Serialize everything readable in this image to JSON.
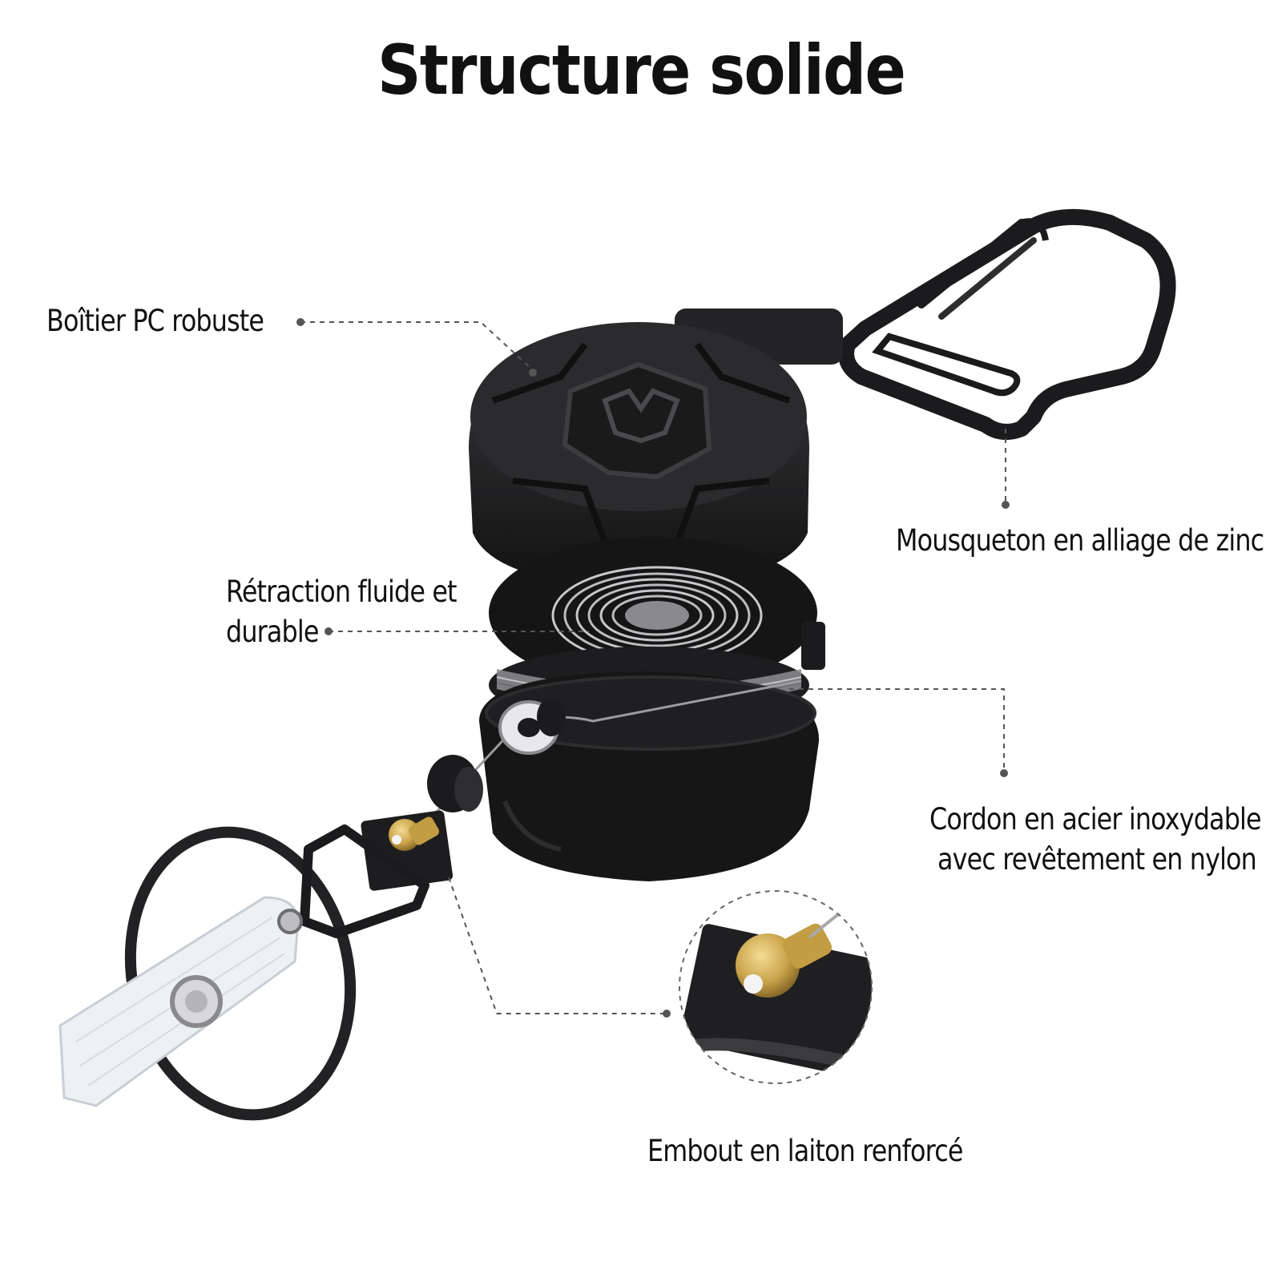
{
  "title": "Structure solide",
  "labels": {
    "pc_case": "Boîtier PC robuste",
    "carabiner": "Mousqueton en alliage de zinc",
    "retraction_line1": "Rétraction fluide et",
    "retraction_line2": "durable",
    "cord_line1": "Cordon en acier inoxydable",
    "cord_line2": "avec revêtement en nylon",
    "tip": "Embout en laiton renforcé"
  },
  "colors": {
    "product_black": "#1b1b1d",
    "brass": "#c9a34a",
    "steel": "#a9a9ad",
    "leader_line": "#555555"
  }
}
